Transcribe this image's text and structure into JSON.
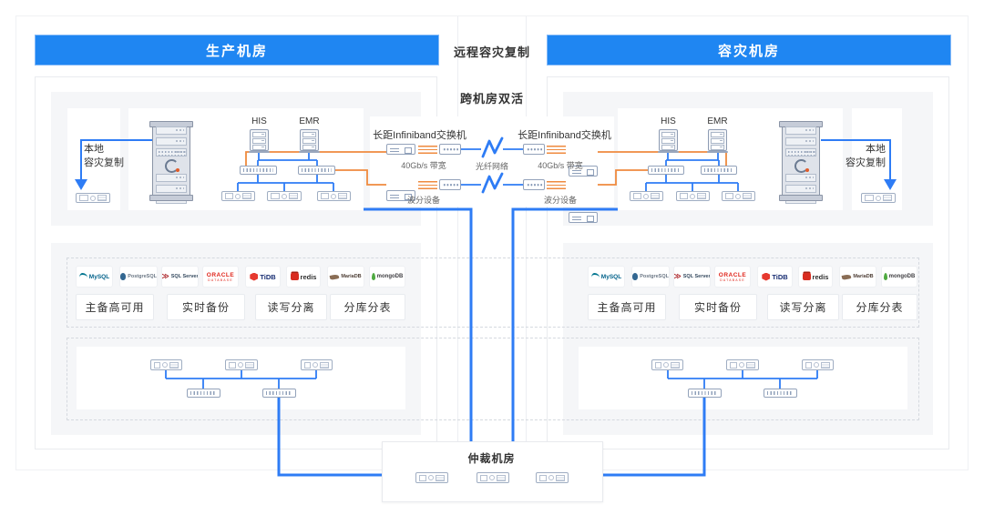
{
  "colors": {
    "header_blue": "#1f86f2",
    "line_blue": "#2e7cf5",
    "line_orange": "#ef8a3e",
    "section_gray": "#f5f6f8"
  },
  "headers": {
    "production": "生产机房",
    "disaster": "容灾机房"
  },
  "center": {
    "remote_replication": "远程容灾复制",
    "dual_active": "跨机房双活",
    "fiber_network": "光纤网络"
  },
  "infiniband": {
    "title": "长距Infiniband交换机",
    "bandwidth": "40Gb/s 带宽",
    "wdm": "波分设备"
  },
  "local_replication": {
    "line1": "本地",
    "line2": "容灾复制"
  },
  "servers": {
    "his": "HIS",
    "emr": "EMR"
  },
  "databases": [
    {
      "name": "MySQL"
    },
    {
      "name": "PostgreSQL"
    },
    {
      "name": "SQL Server"
    },
    {
      "name": "ORACLE",
      "sub": "DATABASE"
    },
    {
      "name": "TiDB"
    },
    {
      "name": "redis"
    },
    {
      "name": "MariaDB"
    },
    {
      "name": "mongoDB"
    }
  ],
  "features": [
    "主备高可用",
    "实时备份",
    "读写分离",
    "分库分表"
  ],
  "arbitration": {
    "title": "仲裁机房"
  }
}
